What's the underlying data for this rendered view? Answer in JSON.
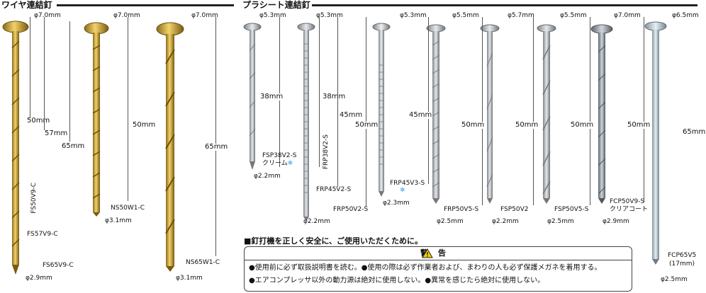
{
  "sections": {
    "wire": "ワイヤ連結釘",
    "plastic": "プラシート連結釘"
  },
  "wire_nails": [
    {
      "code": "FS50V9-C",
      "head": "φ7.0mm",
      "length": "50mm",
      "len_alt": "57mm",
      "len_alt2": "65mm"
    },
    {
      "code": "FS57V9-C"
    },
    {
      "code": "FS65V9-C"
    },
    {
      "code": "NS50W1-C",
      "head": "φ7.0mm",
      "length": "50mm"
    },
    {
      "code": "NS65W1-C",
      "head": "φ7.0mm",
      "length": "65mm"
    }
  ],
  "wire_shank": {
    "fs": "φ2.9mm",
    "ns": "φ3.1mm",
    "ns65": "φ3.1mm"
  },
  "plastic_nails": [
    {
      "code": "FSP38V2-S",
      "note": "クリーム",
      "head": "φ5.3mm",
      "length": "38mm",
      "shank": "φ2.2mm"
    },
    {
      "code": "FRP38V2-S",
      "head": "φ5.3mm",
      "length": "38mm"
    },
    {
      "code": "FRP45V2-S",
      "length": "45mm"
    },
    {
      "code": "FRP50V2-S",
      "length": "50mm",
      "shank": "φ2.2mm"
    },
    {
      "code": "FRP45V3-S",
      "head": "φ5.3mm",
      "length": "45mm",
      "shank": "φ2.3mm"
    },
    {
      "code": "FRP50V5-S",
      "head": "φ5.5mm",
      "length": "50mm",
      "shank": "φ2.5mm"
    },
    {
      "code": "FSP50V2",
      "head": "φ5.7mm",
      "length": "50mm",
      "shank": "φ2.2mm"
    },
    {
      "code": "FSP50V5-S",
      "head": "φ5.5mm",
      "length": "50mm",
      "shank": "φ2.5mm"
    },
    {
      "code": "FCP50V9-S",
      "note": "クリアコート",
      "head": "φ7.0mm",
      "length": "50mm",
      "shank": "φ2.9mm"
    },
    {
      "code": "FCP65V5",
      "note": "(17mm)",
      "head": "φ6.5mm",
      "length": "65mm",
      "shank": "φ2.5mm"
    }
  ],
  "notice": {
    "title": "■釘打機を正しく安全に、ご使用いただくために。",
    "warning": "警告",
    "line1": "●使用前に必ず取扱説明書を読む。●使用の際は必ず作業者および、まわりの人も必ず保護メガネを着用する。",
    "line2": "●エアコンプレッサ以外の動力源は絶対に使用しない。●異常を感じたら絶対に使用しない。"
  },
  "colors": {
    "gold": "#c9a33a",
    "silver": "#b8bcc0",
    "dark_silver": "#8a9098",
    "snow": "#2aa4e0"
  }
}
